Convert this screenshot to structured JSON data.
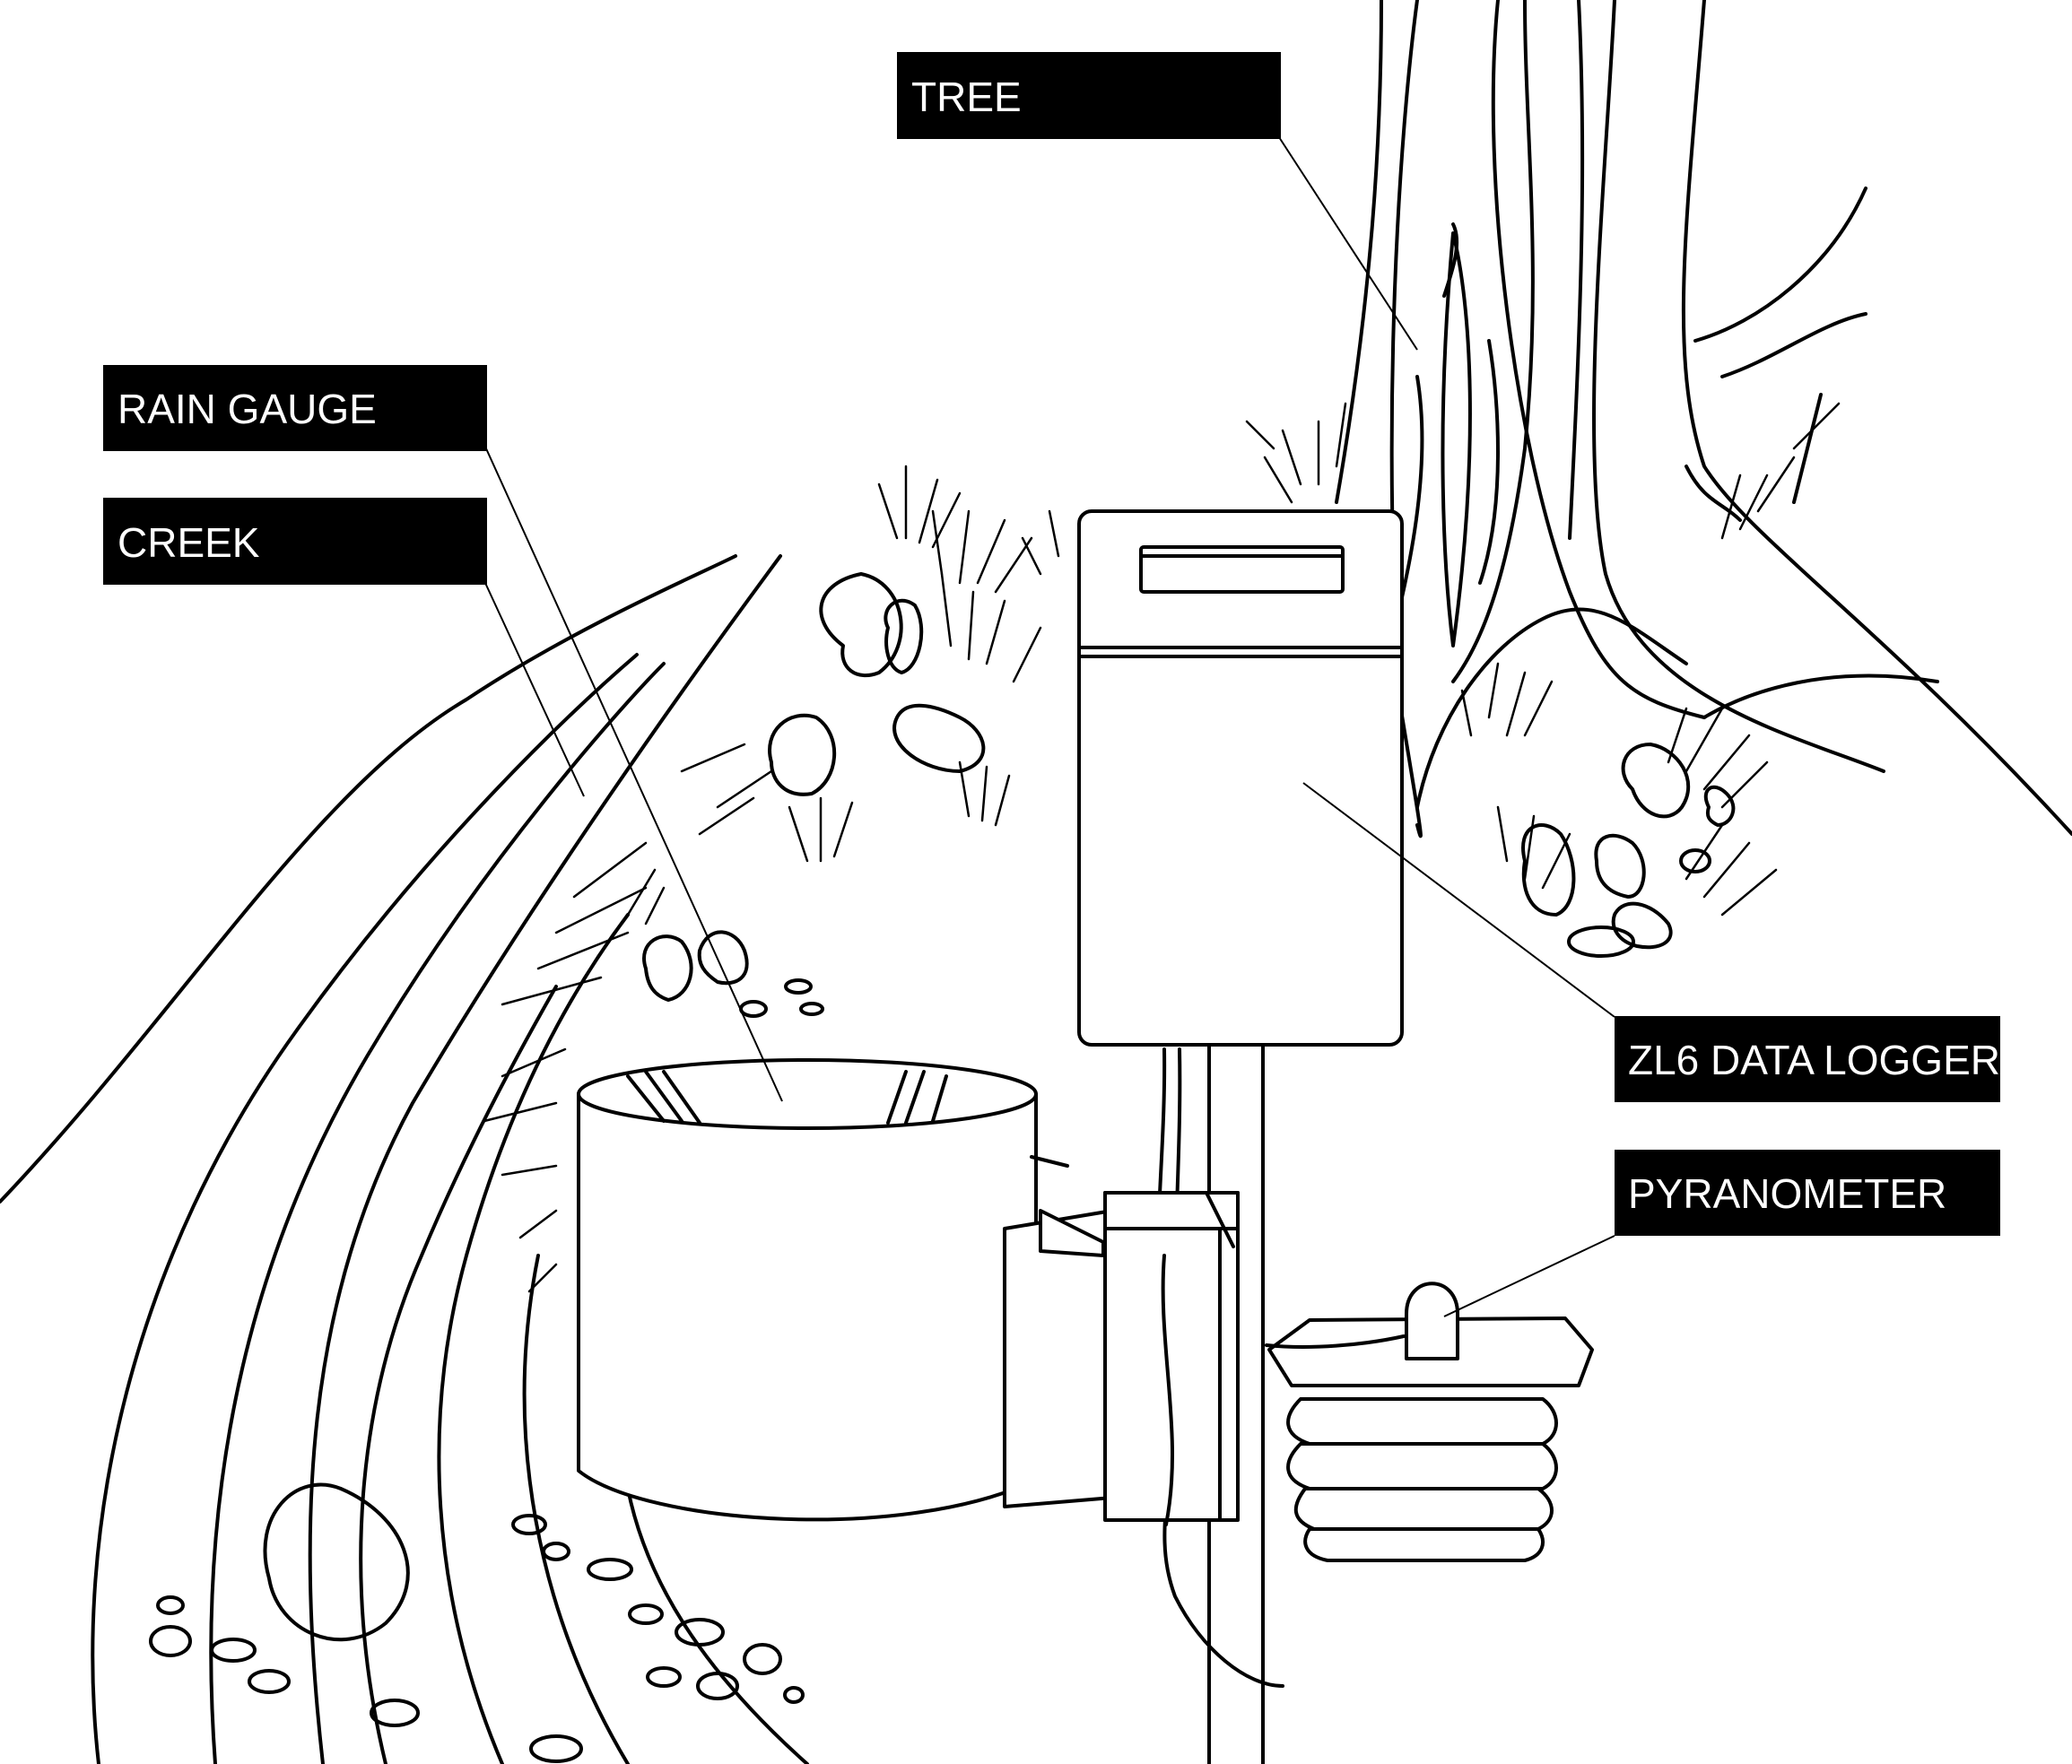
{
  "labels": {
    "tree": "TREE",
    "rain_gauge": "RAIN GAUGE",
    "creek": "CREEK",
    "data_logger": "ZL6 DATA LOGGER",
    "pyranometer": "PYRANOMETER"
  },
  "colors": {
    "label_bg": "#000000",
    "label_text": "#ffffff",
    "ink": "#000000",
    "background": "#ffffff"
  }
}
